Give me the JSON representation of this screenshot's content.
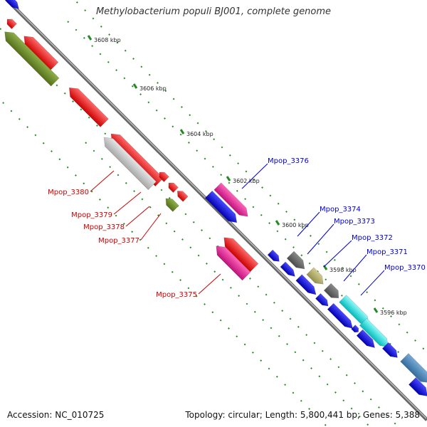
{
  "map": {
    "title": "Methylobacterium populi BJ001, complete genome",
    "accession": "Accession: NC_010725",
    "summary": "Topology: circular; Length: 5,800,441 bp; Genes: 5,388",
    "ticks": [
      "3608 kbp",
      "3606 kbp",
      "3604 kbp",
      "3602 kbp",
      "3600 kbp",
      "3598 kbp",
      "3596 kbp"
    ],
    "genes_reverse": [
      "Mpop_3380",
      "Mpop_3379",
      "Mpop_3378",
      "Mpop_3377",
      "Mpop_3375"
    ],
    "genes_forward": [
      "Mpop_3376",
      "Mpop_3374",
      "Mpop_3373",
      "Mpop_3372",
      "Mpop_3371",
      "Mpop_3370"
    ],
    "colors": {
      "reverse_label": "#cc0000",
      "forward_label": "#0000cc",
      "red": "#ee0000",
      "blue": "#0000ee",
      "olive": "#6b8e23",
      "magenta": "#ee1493",
      "cyan": "#00dddd",
      "gray": "#bbbbbb",
      "darkgray": "#666666",
      "khaki": "#b5b06a",
      "steel": "#4682b4",
      "backbone": "#777777",
      "tick": "#228b22"
    }
  }
}
